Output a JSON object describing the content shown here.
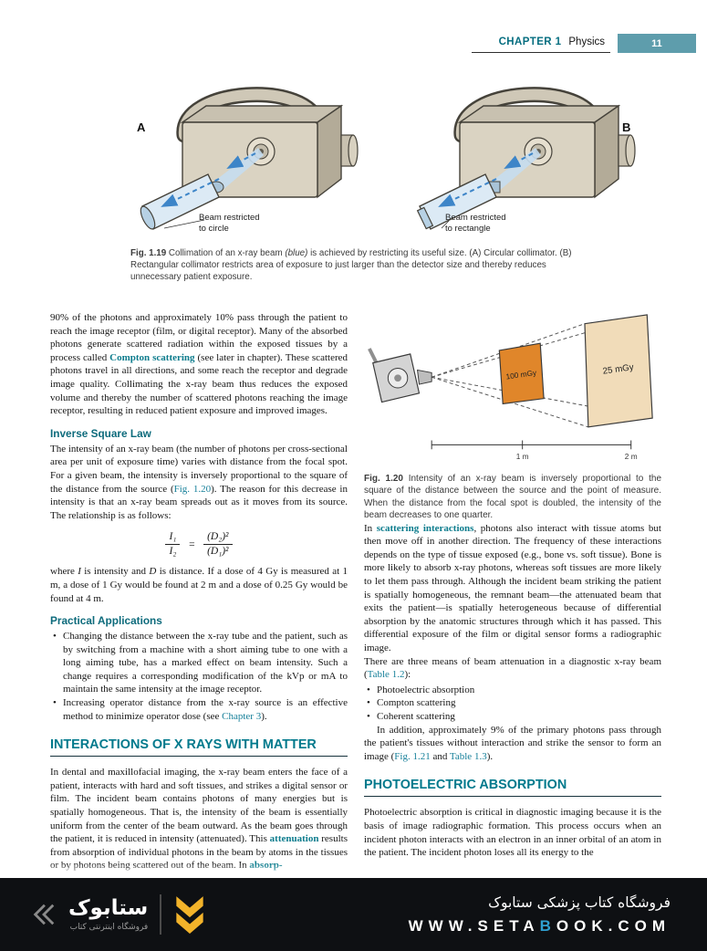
{
  "header": {
    "chapter": "CHAPTER 1",
    "section": "Physics",
    "page_number": "11"
  },
  "fig_1_19": {
    "panel_a_label": "A",
    "panel_b_label": "B",
    "callout_a_line1": "Beam restricted",
    "callout_a_line2": "to circle",
    "callout_b_line1": "Beam restricted",
    "callout_b_line2": "to rectangle",
    "caption": [
      {
        "t": "Fig. 1.19",
        "c": "bold"
      },
      {
        "t": " Collimation of an x-ray beam "
      },
      {
        "t": "(blue)",
        "c": "italic"
      },
      {
        "t": " is achieved by restricting its useful size. (A) Circular collimator. (B) Rectangular collimator restricts area of exposure to just larger than the detector size and thereby reduces unnecessary patient exposure."
      }
    ]
  },
  "fig_1_20": {
    "dose_near": "100 mGy",
    "dose_far": "25 mGy",
    "scale_1": "1 m",
    "scale_2": "2 m",
    "caption": [
      {
        "t": "Fig. 1.20",
        "c": "bold"
      },
      {
        "t": " Intensity of an x-ray beam is inversely proportional to the square of the distance between the source and the point of measure. When the distance from the focal spot is doubled, the intensity of the beam decreases to one quarter."
      }
    ]
  },
  "left_column": {
    "p1": [
      {
        "t": "90% of the photons and approximately 10% pass through the patient to reach the image receptor (film, or digital receptor). Many of the absorbed photons generate scattered radiation within the exposed tissues by a process called "
      },
      {
        "t": "Compton scattering",
        "c": "term"
      },
      {
        "t": " (see later in chapter). These scattered photons travel in all directions, and some reach the receptor and degrade image quality. Collimating the x-ray beam thus reduces the exposed volume and thereby the number of scattered photons reaching the image receptor, resulting in reduced patient exposure and improved images."
      }
    ],
    "h_inverse_square": "Inverse Square Law",
    "p2": [
      {
        "t": "The intensity of an x-ray beam (the number of photons per cross-sectional area per unit of exposure time) varies with distance from the focal spot. For a given beam, the intensity is inversely proportional to the square of the distance from the source ("
      },
      {
        "t": "Fig. 1.20",
        "c": "link"
      },
      {
        "t": "). The reason for this decrease in intensity is that an x-ray beam spreads out as it moves from its source. The relationship is as follows:"
      }
    ],
    "equation": {
      "lhs_num": "I₁",
      "lhs_den": "I₂",
      "equals": "=",
      "rhs_num": "(D₂)²",
      "rhs_den": "(D₁)²"
    },
    "p3": [
      {
        "t": "where "
      },
      {
        "t": "I",
        "c": "italic"
      },
      {
        "t": " is intensity and "
      },
      {
        "t": "D",
        "c": "italic"
      },
      {
        "t": " is distance. If a dose of 4 Gy is measured at 1 m, a dose of 1 Gy would be found at 2 m and a dose of 0.25 Gy would be found at 4 m."
      }
    ],
    "h_practical": "Practical Applications",
    "bullet1": [
      {
        "t": "Changing the distance between the x-ray tube and the patient, such as by switching from a machine with a short aiming tube to one with a long aiming tube, has a marked effect on beam intensity. Such a change requires a corresponding modification of the kVp or mA to maintain the same intensity at the image receptor."
      }
    ],
    "bullet2": [
      {
        "t": "Increasing operator distance from the x-ray source is an effective method to minimize operator dose (see "
      },
      {
        "t": "Chapter 3",
        "c": "link"
      },
      {
        "t": ")."
      }
    ],
    "h_interactions": "INTERACTIONS OF X RAYS WITH MATTER",
    "p4": [
      {
        "t": "In dental and maxillofacial imaging, the x-ray beam enters the face of a patient, interacts with hard and soft tissues, and strikes a digital sensor or film. The incident beam contains photons of many energies but is spatially homogeneous. That is, the intensity of the beam is essentially uniform from the center of the beam outward. As the beam goes through the patient, it is reduced in intensity (attenuated). This "
      },
      {
        "t": "attenuation",
        "c": "term"
      },
      {
        "t": " results from absorption of individual photons in the beam by atoms in the tissues or by photons being scattered out of the beam. In "
      },
      {
        "t": "absorp-",
        "c": "term"
      }
    ]
  },
  "right_column": {
    "p5": [
      {
        "t": "In "
      },
      {
        "t": "scattering interactions",
        "c": "term"
      },
      {
        "t": ", photons also interact with tissue atoms but then move off in another direction. The frequency of these interactions depends on the type of tissue exposed (e.g., bone vs. soft tissue). Bone is more likely to absorb x-ray photons, whereas soft tissues are more likely to let them pass through. Although the incident beam striking the patient is spatially homogeneous, the remnant beam—the attenuated beam that exits the patient—is spatially heterogeneous because of differential absorption by the anatomic structures through which it has passed. This differential exposure of the film or digital sensor forms a radiographic image."
      }
    ],
    "p6": [
      {
        "t": "There are three means of beam attenuation in a diagnostic x-ray beam ("
      },
      {
        "t": "Table 1.2",
        "c": "link"
      },
      {
        "t": "):"
      }
    ],
    "attenuation_bullets": [
      "Photoelectric absorption",
      "Compton scattering",
      "Coherent scattering"
    ],
    "p7": [
      {
        "t": "In addition, approximately 9% of the primary photons pass through the patient's tissues without interaction and strike the sensor to form an image ("
      },
      {
        "t": "Fig. 1.21",
        "c": "link"
      },
      {
        "t": " and "
      },
      {
        "t": "Table 1.3",
        "c": "link"
      },
      {
        "t": ")."
      }
    ],
    "h_photoelectric": "PHOTOELECTRIC ABSORPTION",
    "p8": [
      {
        "t": "Photoelectric absorption is critical in diagnostic imaging because it is the basis of image radiographic formation. This process occurs when an incident photon interacts with an electron in an inner orbital of an atom in the patient. The incident photon loses all its energy to the"
      }
    ]
  },
  "footer": {
    "store_title": "فروشگاه کتاب پزشکی ستابوک",
    "url_pre": "WWW.SETA",
    "url_highlight": "B",
    "url_post": "OOK.COM",
    "logo_wordmark": "ستابوک",
    "logo_subtitle": "فروشگاه اینترنتی کتاب"
  },
  "colors": {
    "accent_teal": "#00798c",
    "page_badge_teal": "#5e9dac",
    "term_teal": "#0d7c8d",
    "beam_blue": "#c5ddf0",
    "dose_orange": "#e0862a",
    "dose_tan": "#f1dcb9",
    "footer_black": "#0e1013",
    "logo_yellow": "#f2b32a",
    "url_highlight_blue": "#2f9fd0"
  }
}
